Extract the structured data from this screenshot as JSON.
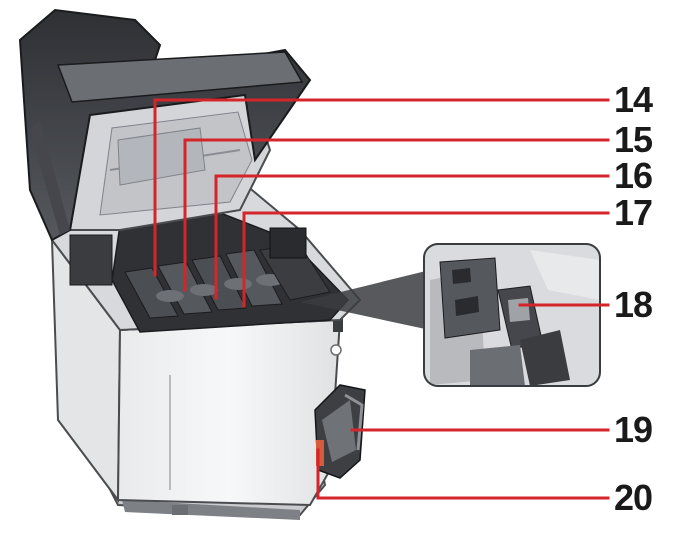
{
  "colors": {
    "leader_line": "#d4262a",
    "label_text": "#1a1a1a",
    "printer_body": "#f2f3f4",
    "printer_dark": "#3c3e42",
    "printer_mid": "#9a9da2"
  },
  "callouts": [
    {
      "id": "14",
      "label": "14"
    },
    {
      "id": "15",
      "label": "15"
    },
    {
      "id": "16",
      "label": "16"
    },
    {
      "id": "17",
      "label": "17"
    },
    {
      "id": "18",
      "label": "18"
    },
    {
      "id": "19",
      "label": "19"
    },
    {
      "id": "20",
      "label": "20"
    }
  ]
}
